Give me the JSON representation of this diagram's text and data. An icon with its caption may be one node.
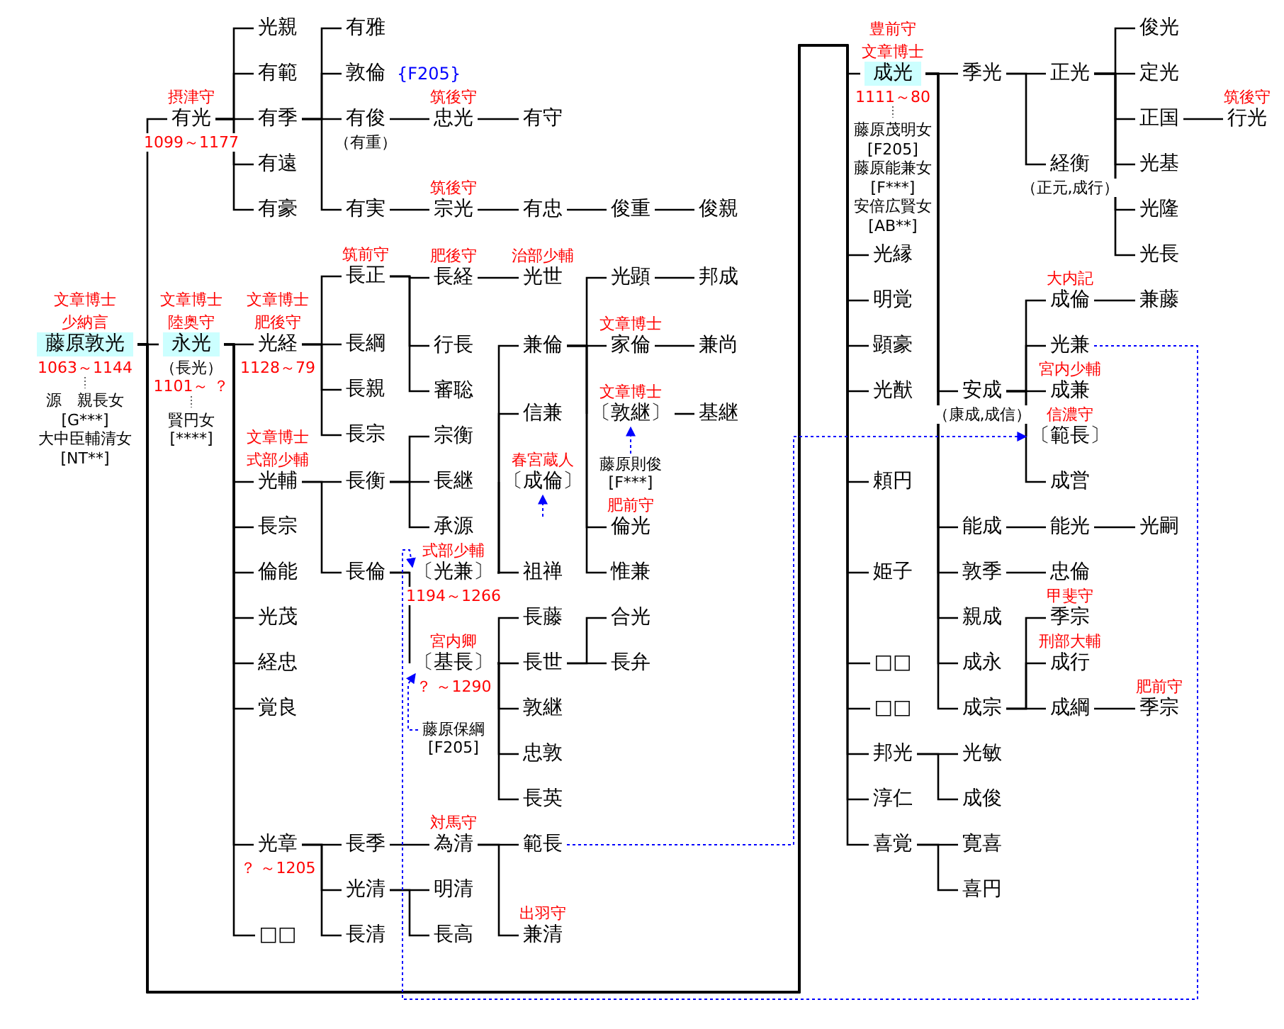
{
  "diagram": {
    "nodes": [
      {
        "text": [
          "藤原敦光"
        ],
        "beside": [
          "文章博士",
          "少納言",
          "1063～1144",
          "源　親長女",
          "[G***]",
          "大中臣輔清女",
          "[NT**]"
        ]
      },
      {
        "text": [
          "有光"
        ],
        "beside": [
          "摂津守",
          "1099～1177"
        ]
      },
      {
        "text": [
          "永光"
        ],
        "beside": [
          "文章博士",
          "陸奥守",
          "（長光）",
          "1101～ ？",
          "賢円女",
          "[****]"
        ]
      },
      {
        "text": [
          "光親"
        ]
      },
      {
        "text": [
          "有範"
        ]
      },
      {
        "text": [
          "有季"
        ]
      },
      {
        "text": [
          "有遠"
        ]
      },
      {
        "text": [
          "有豪"
        ]
      },
      {
        "text": [
          "有雅"
        ]
      },
      {
        "text": [
          "敦倫"
        ],
        "beside": [
          "{F205}"
        ]
      },
      {
        "text": [
          "有俊"
        ],
        "beside": [
          "（有重）"
        ]
      },
      {
        "text": [
          "有実"
        ]
      },
      {
        "text": [
          "忠光"
        ],
        "beside": [
          "筑後守"
        ]
      },
      {
        "text": [
          "有守"
        ]
      },
      {
        "text": [
          "宗光"
        ],
        "beside": [
          "筑後守"
        ]
      },
      {
        "text": [
          "有忠"
        ]
      },
      {
        "text": [
          "俊重"
        ]
      },
      {
        "text": [
          "俊親"
        ]
      },
      {
        "text": [
          "光経"
        ],
        "beside": [
          "文章博士",
          "肥後守",
          "1128～79"
        ]
      },
      {
        "text": [
          "長正"
        ],
        "beside": [
          "筑前守"
        ]
      },
      {
        "text": [
          "長綱"
        ]
      },
      {
        "text": [
          "長親"
        ]
      },
      {
        "text": [
          "長宗"
        ]
      },
      {
        "text": [
          "長経"
        ],
        "beside": [
          "肥後守"
        ]
      },
      {
        "text": [
          "行長"
        ]
      },
      {
        "text": [
          "審聡"
        ]
      },
      {
        "text": [
          "光世"
        ],
        "beside": [
          "治部少輔"
        ]
      },
      {
        "text": [
          "光輔"
        ],
        "beside": [
          "文章博士",
          "式部少輔"
        ]
      },
      {
        "text": [
          "長宗"
        ]
      },
      {
        "text": [
          "倫能"
        ]
      },
      {
        "text": [
          "光茂"
        ]
      },
      {
        "text": [
          "経忠"
        ]
      },
      {
        "text": [
          "覚良"
        ]
      },
      {
        "text": [
          "光章"
        ],
        "beside": [
          "？ ～1205"
        ]
      },
      {
        "text": [
          "□□"
        ]
      },
      {
        "text": [
          "長衡"
        ]
      },
      {
        "text": [
          "長倫"
        ]
      },
      {
        "text": [
          "宗衡"
        ]
      },
      {
        "text": [
          "長継"
        ]
      },
      {
        "text": [
          "承源"
        ]
      },
      {
        "text": [
          "〔光兼〕"
        ],
        "beside": [
          "式部少輔",
          "1194～1266"
        ]
      },
      {
        "text": [
          "〔基長〕"
        ],
        "beside": [
          "宮内卿",
          "？ ～1290"
        ]
      },
      {
        "text": [
          "藤原保綱",
          "[F205]"
        ]
      },
      {
        "text": [
          "兼倫"
        ]
      },
      {
        "text": [
          "信兼"
        ]
      },
      {
        "text": [
          "〔成倫〕"
        ],
        "beside": [
          "春宮蔵人"
        ]
      },
      {
        "text": [
          "祖禅"
        ]
      },
      {
        "text": [
          "光顕"
        ]
      },
      {
        "text": [
          "家倫"
        ],
        "beside": [
          "文章博士"
        ]
      },
      {
        "text": [
          "〔敦継〕"
        ],
        "beside": [
          "文章博士"
        ]
      },
      {
        "text": [
          "藤原則俊",
          "[F***]"
        ]
      },
      {
        "text": [
          "倫光"
        ],
        "beside": [
          "肥前守"
        ]
      },
      {
        "text": [
          "惟兼"
        ]
      },
      {
        "text": [
          "邦成"
        ]
      },
      {
        "text": [
          "兼尚"
        ]
      },
      {
        "text": [
          "基継"
        ]
      },
      {
        "text": [
          "長藤"
        ]
      },
      {
        "text": [
          "長世"
        ]
      },
      {
        "text": [
          "敦継"
        ]
      },
      {
        "text": [
          "忠敦"
        ]
      },
      {
        "text": [
          "長英"
        ]
      },
      {
        "text": [
          "合光"
        ]
      },
      {
        "text": [
          "長弁"
        ]
      },
      {
        "text": [
          "長季"
        ]
      },
      {
        "text": [
          "光清"
        ]
      },
      {
        "text": [
          "長清"
        ]
      },
      {
        "text": [
          "為清"
        ],
        "beside": [
          "対馬守"
        ]
      },
      {
        "text": [
          "明清"
        ]
      },
      {
        "text": [
          "長高"
        ]
      },
      {
        "text": [
          "範長"
        ]
      },
      {
        "text": [
          "兼清"
        ],
        "beside": [
          "出羽守"
        ]
      },
      {
        "text": [
          "成光"
        ],
        "beside": [
          "豊前守",
          "文章博士",
          "1111～80",
          "藤原茂明女",
          "[F205]",
          "藤原能兼女",
          "[F***]",
          "安倍広賢女",
          "[AB**]"
        ]
      },
      {
        "text": [
          "光縁"
        ]
      },
      {
        "text": [
          "明覚"
        ]
      },
      {
        "text": [
          "顕豪"
        ]
      },
      {
        "text": [
          "光猷"
        ]
      },
      {
        "text": [
          "頼円"
        ]
      },
      {
        "text": [
          "姫子"
        ]
      },
      {
        "text": [
          "□□"
        ]
      },
      {
        "text": [
          "□□"
        ]
      },
      {
        "text": [
          "邦光"
        ]
      },
      {
        "text": [
          "淳仁"
        ]
      },
      {
        "text": [
          "喜覚"
        ]
      },
      {
        "text": [
          "季光"
        ]
      },
      {
        "text": [
          "安成"
        ],
        "beside": [
          "（康成,成信）"
        ]
      },
      {
        "text": [
          "能成"
        ]
      },
      {
        "text": [
          "敦季"
        ]
      },
      {
        "text": [
          "親成"
        ]
      },
      {
        "text": [
          "成永"
        ]
      },
      {
        "text": [
          "成宗"
        ]
      },
      {
        "text": [
          "正光"
        ]
      },
      {
        "text": [
          "経衡"
        ],
        "beside": [
          "（正元,成行）"
        ]
      },
      {
        "text": [
          "俊光"
        ]
      },
      {
        "text": [
          "定光"
        ]
      },
      {
        "text": [
          "正国"
        ]
      },
      {
        "text": [
          "光基"
        ]
      },
      {
        "text": [
          "光隆"
        ]
      },
      {
        "text": [
          "光長"
        ]
      },
      {
        "text": [
          "行光"
        ],
        "beside": [
          "筑後守"
        ]
      },
      {
        "text": [
          "成倫"
        ],
        "beside": [
          "大内記"
        ]
      },
      {
        "text": [
          "光兼"
        ]
      },
      {
        "text": [
          "成兼"
        ],
        "beside": [
          "宮内少輔"
        ]
      },
      {
        "text": [
          "〔範長〕"
        ],
        "beside": [
          "信濃守"
        ]
      },
      {
        "text": [
          "成営"
        ]
      },
      {
        "text": [
          "兼藤"
        ]
      },
      {
        "text": [
          "能光"
        ]
      },
      {
        "text": [
          "光嗣"
        ]
      },
      {
        "text": [
          "忠倫"
        ]
      },
      {
        "text": [
          "季宗"
        ],
        "beside": [
          "甲斐守"
        ]
      },
      {
        "text": [
          "成行"
        ],
        "beside": [
          "刑部大輔"
        ]
      },
      {
        "text": [
          "成綱"
        ]
      },
      {
        "text": [
          "季宗"
        ],
        "beside": [
          "肥前守"
        ]
      },
      {
        "text": [
          "光敏"
        ]
      },
      {
        "text": [
          "成俊"
        ]
      },
      {
        "text": [
          "寛喜"
        ]
      },
      {
        "text": [
          "喜円"
        ]
      }
    ],
    "edges": [
      {
        "from": 0,
        "to": 1,
        "arrow": "none"
      },
      {
        "from": 0,
        "to": 2,
        "arrow": "none"
      },
      {
        "from": 0,
        "to": 71,
        "arrow": "none"
      },
      {
        "from": 0,
        "to": 72,
        "arrow": "none"
      },
      {
        "from": 0,
        "to": 73,
        "arrow": "none"
      },
      {
        "from": 0,
        "to": 74,
        "arrow": "none"
      },
      {
        "from": 0,
        "to": 75,
        "arrow": "none"
      },
      {
        "from": 0,
        "to": 76,
        "arrow": "none"
      },
      {
        "from": 0,
        "to": 77,
        "arrow": "none"
      },
      {
        "from": 0,
        "to": 78,
        "arrow": "none"
      },
      {
        "from": 0,
        "to": 79,
        "arrow": "none"
      },
      {
        "from": 0,
        "to": 80,
        "arrow": "none"
      },
      {
        "from": 0,
        "to": 81,
        "arrow": "none"
      },
      {
        "from": 0,
        "to": 82,
        "arrow": "none"
      },
      {
        "from": 1,
        "to": 3,
        "arrow": "none"
      },
      {
        "from": 1,
        "to": 4,
        "arrow": "none"
      },
      {
        "from": 1,
        "to": 5,
        "arrow": "none"
      },
      {
        "from": 1,
        "to": 6,
        "arrow": "none"
      },
      {
        "from": 1,
        "to": 7,
        "arrow": "none"
      },
      {
        "from": 5,
        "to": 8,
        "arrow": "none"
      },
      {
        "from": 5,
        "to": 9,
        "arrow": "none"
      },
      {
        "from": 5,
        "to": 10,
        "arrow": "none"
      },
      {
        "from": 5,
        "to": 11,
        "arrow": "none"
      },
      {
        "from": 10,
        "to": 12,
        "arrow": "none"
      },
      {
        "from": 12,
        "to": 13,
        "arrow": "none"
      },
      {
        "from": 11,
        "to": 14,
        "arrow": "none"
      },
      {
        "from": 14,
        "to": 15,
        "arrow": "none"
      },
      {
        "from": 15,
        "to": 16,
        "arrow": "none"
      },
      {
        "from": 16,
        "to": 17,
        "arrow": "none"
      },
      {
        "from": 2,
        "to": 18,
        "arrow": "none"
      },
      {
        "from": 2,
        "to": 27,
        "arrow": "none"
      },
      {
        "from": 2,
        "to": 28,
        "arrow": "none"
      },
      {
        "from": 2,
        "to": 29,
        "arrow": "none"
      },
      {
        "from": 2,
        "to": 30,
        "arrow": "none"
      },
      {
        "from": 2,
        "to": 31,
        "arrow": "none"
      },
      {
        "from": 2,
        "to": 32,
        "arrow": "none"
      },
      {
        "from": 2,
        "to": 33,
        "arrow": "none"
      },
      {
        "from": 2,
        "to": 34,
        "arrow": "none"
      },
      {
        "from": 18,
        "to": 19,
        "arrow": "none"
      },
      {
        "from": 18,
        "to": 20,
        "arrow": "none"
      },
      {
        "from": 18,
        "to": 21,
        "arrow": "none"
      },
      {
        "from": 18,
        "to": 22,
        "arrow": "none"
      },
      {
        "from": 19,
        "to": 23,
        "arrow": "none"
      },
      {
        "from": 19,
        "to": 24,
        "arrow": "none"
      },
      {
        "from": 19,
        "to": 25,
        "arrow": "none"
      },
      {
        "from": 23,
        "to": 26,
        "arrow": "none"
      },
      {
        "from": 27,
        "to": 35,
        "arrow": "none"
      },
      {
        "from": 27,
        "to": 36,
        "arrow": "none"
      },
      {
        "from": 35,
        "to": 37,
        "arrow": "none"
      },
      {
        "from": 35,
        "to": 38,
        "arrow": "none"
      },
      {
        "from": 35,
        "to": 39,
        "arrow": "none"
      },
      {
        "from": 36,
        "to": 40,
        "arrow": "none"
      },
      {
        "from": 36,
        "to": 41,
        "arrow": "none"
      },
      {
        "from": 40,
        "to": 43,
        "arrow": "none"
      },
      {
        "from": 40,
        "to": 44,
        "arrow": "none"
      },
      {
        "from": 40,
        "to": 45,
        "arrow": "none"
      },
      {
        "from": 40,
        "to": 46,
        "arrow": "none"
      },
      {
        "from": 43,
        "to": 47,
        "arrow": "none"
      },
      {
        "from": 43,
        "to": 48,
        "arrow": "none"
      },
      {
        "from": 43,
        "to": 49,
        "arrow": "none"
      },
      {
        "from": 43,
        "to": 51,
        "arrow": "none"
      },
      {
        "from": 43,
        "to": 52,
        "arrow": "none"
      },
      {
        "from": 47,
        "to": 53,
        "arrow": "none"
      },
      {
        "from": 48,
        "to": 54,
        "arrow": "none"
      },
      {
        "from": 49,
        "to": 55,
        "arrow": "none"
      },
      {
        "from": 41,
        "to": 56,
        "arrow": "none"
      },
      {
        "from": 41,
        "to": 57,
        "arrow": "none"
      },
      {
        "from": 41,
        "to": 58,
        "arrow": "none"
      },
      {
        "from": 41,
        "to": 59,
        "arrow": "none"
      },
      {
        "from": 41,
        "to": 60,
        "arrow": "none"
      },
      {
        "from": 57,
        "to": 61,
        "arrow": "none"
      },
      {
        "from": 57,
        "to": 62,
        "arrow": "none"
      },
      {
        "from": 33,
        "to": 63,
        "arrow": "none"
      },
      {
        "from": 33,
        "to": 64,
        "arrow": "none"
      },
      {
        "from": 33,
        "to": 65,
        "arrow": "none"
      },
      {
        "from": 63,
        "to": 66,
        "arrow": "none"
      },
      {
        "from": 64,
        "to": 67,
        "arrow": "none"
      },
      {
        "from": 64,
        "to": 68,
        "arrow": "none"
      },
      {
        "from": 66,
        "to": 69,
        "arrow": "none"
      },
      {
        "from": 66,
        "to": 70,
        "arrow": "none"
      },
      {
        "from": 71,
        "to": 83,
        "arrow": "none"
      },
      {
        "from": 71,
        "to": 84,
        "arrow": "none"
      },
      {
        "from": 71,
        "to": 85,
        "arrow": "none"
      },
      {
        "from": 71,
        "to": 86,
        "arrow": "none"
      },
      {
        "from": 71,
        "to": 87,
        "arrow": "none"
      },
      {
        "from": 71,
        "to": 88,
        "arrow": "none"
      },
      {
        "from": 71,
        "to": 89,
        "arrow": "none"
      },
      {
        "from": 83,
        "to": 90,
        "arrow": "none"
      },
      {
        "from": 83,
        "to": 91,
        "arrow": "none"
      },
      {
        "from": 90,
        "to": 92,
        "arrow": "none"
      },
      {
        "from": 90,
        "to": 93,
        "arrow": "none"
      },
      {
        "from": 90,
        "to": 94,
        "arrow": "none"
      },
      {
        "from": 90,
        "to": 95,
        "arrow": "none"
      },
      {
        "from": 90,
        "to": 96,
        "arrow": "none"
      },
      {
        "from": 90,
        "to": 97,
        "arrow": "none"
      },
      {
        "from": 94,
        "to": 98,
        "arrow": "none"
      },
      {
        "from": 84,
        "to": 99,
        "arrow": "none"
      },
      {
        "from": 84,
        "to": 100,
        "arrow": "none"
      },
      {
        "from": 84,
        "to": 101,
        "arrow": "none"
      },
      {
        "from": 84,
        "to": 102,
        "arrow": "none"
      },
      {
        "from": 84,
        "to": 103,
        "arrow": "none"
      },
      {
        "from": 99,
        "to": 104,
        "arrow": "none"
      },
      {
        "from": 85,
        "to": 105,
        "arrow": "none"
      },
      {
        "from": 105,
        "to": 106,
        "arrow": "none"
      },
      {
        "from": 86,
        "to": 107,
        "arrow": "none"
      },
      {
        "from": 89,
        "to": 108,
        "arrow": "none"
      },
      {
        "from": 89,
        "to": 109,
        "arrow": "none"
      },
      {
        "from": 89,
        "to": 110,
        "arrow": "none"
      },
      {
        "from": 110,
        "to": 111,
        "arrow": "none"
      },
      {
        "from": 80,
        "to": 112,
        "arrow": "none"
      },
      {
        "from": 80,
        "to": 113,
        "arrow": "none"
      },
      {
        "from": 82,
        "to": 114,
        "arrow": "none"
      },
      {
        "from": 82,
        "to": 115,
        "arrow": "none"
      },
      {
        "from": 100,
        "to": 40,
        "arrow": "to",
        "style": "dashed",
        "color": "#0000ff"
      },
      {
        "from": 42,
        "to": 41,
        "arrow": "to",
        "style": "dashed",
        "color": "#0000ff"
      },
      {
        "from": 69,
        "to": 102,
        "arrow": "to",
        "style": "dashed",
        "color": "#0000ff"
      },
      {
        "from": 50,
        "to": 49,
        "arrow": "to",
        "style": "dashed",
        "color": "#0000ff"
      },
      {
        "from": null,
        "to": 45,
        "arrow": "to",
        "style": "dashed",
        "color": "#0000ff"
      }
    ]
  }
}
